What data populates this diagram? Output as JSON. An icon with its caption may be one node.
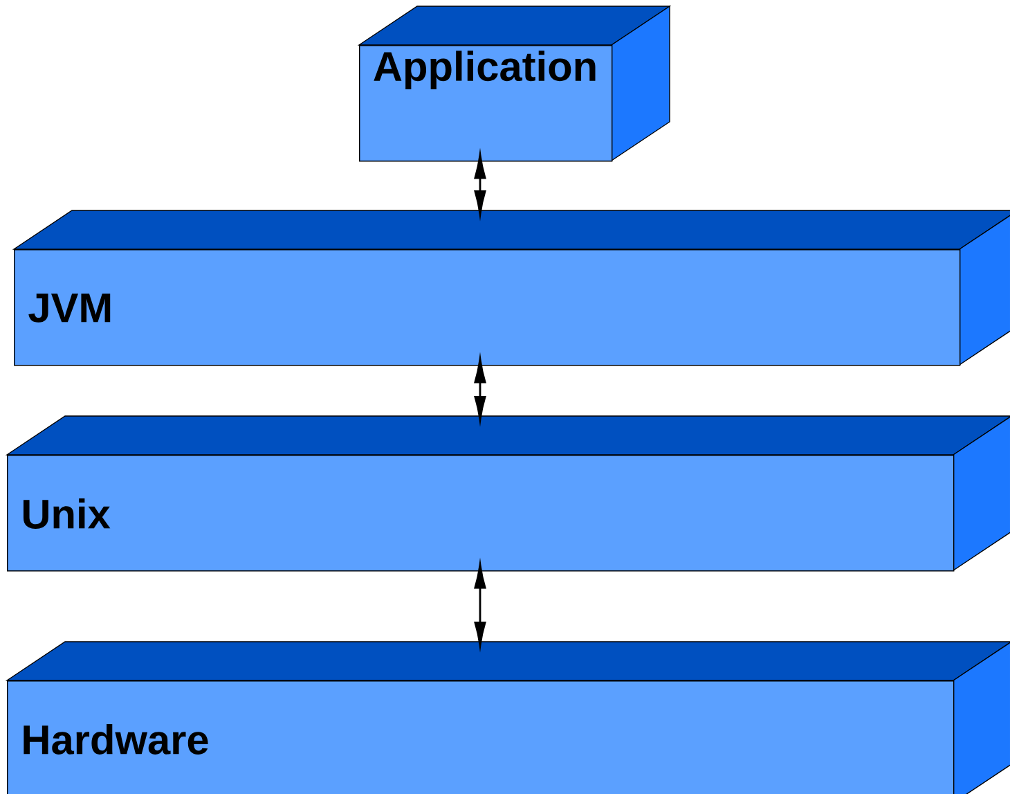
{
  "diagram": {
    "nodes": [
      {
        "text": [
          "Application"
        ]
      },
      {
        "text": [
          "JVM"
        ]
      },
      {
        "text": [
          "Unix"
        ]
      },
      {
        "text": [
          "Hardware"
        ]
      }
    ],
    "edges": [
      {
        "from": 0,
        "to": 1,
        "arrow": "both"
      },
      {
        "from": 1,
        "to": 2,
        "arrow": "both"
      },
      {
        "from": 2,
        "to": 3,
        "arrow": "both"
      }
    ]
  }
}
